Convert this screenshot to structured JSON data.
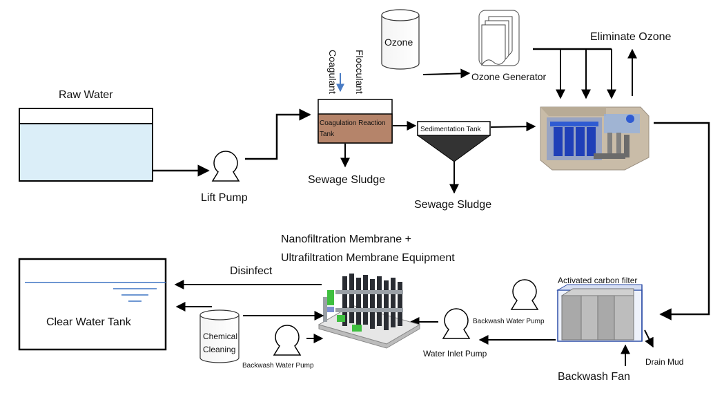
{
  "labels": {
    "raw_water": "Raw Water",
    "lift_pump": "Lift Pump",
    "coagulant": "Coagulant",
    "flocculant": "Flocculant",
    "coagulation_tank_line1": "Coagulation Reaction",
    "coagulation_tank_line2": "Tank",
    "sewage_sludge_1": "Sewage Sludge",
    "sedimentation_tank": "Sedimentation Tank",
    "sewage_sludge_2": "Sewage Sludge",
    "ozone": "Ozone",
    "ozone_generator": "Ozone Generator",
    "eliminate_ozone": "Eliminate Ozone",
    "activated_carbon_filter": "Activated carbon filter",
    "backwash_water_pump_right": "Backwash Water Pump",
    "water_inlet_pump": "Water Inlet Pump",
    "drain_mud": "Drain Mud",
    "backwash_fan": "Backwash Fan",
    "membrane_line1": "Nanofiltration Membrane +",
    "membrane_line2": "Ultrafiltration Membrane Equipment",
    "disinfect": "Disinfect",
    "clear_water_tank": "Clear Water Tank",
    "chemical_line1": "Chemical",
    "chemical_line2": "Cleaning",
    "backwash_water_pump_left": "Backwash Water Pump"
  },
  "colors": {
    "water_fill": "#dbeef8",
    "sludge_brown": "#b5846a",
    "coagulant_arrow": "#4a7cc4",
    "tank_blue": "#2f5bd2",
    "hopper": "#333333",
    "filter_gray": "#a9a9a9",
    "membrane_dark": "#2a2d33",
    "green_fitting": "#3fbf3f",
    "clear_water_line": "#3d73c4"
  }
}
